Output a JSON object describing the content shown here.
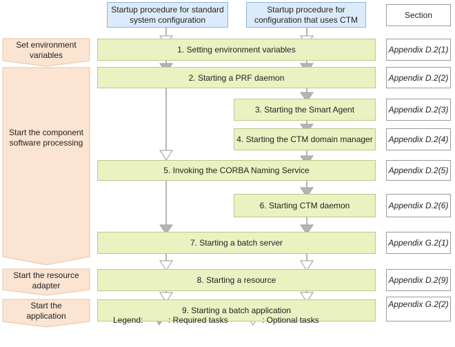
{
  "header": {
    "standard": "Startup procedure for standard\nsystem configuration",
    "ctm": "Startup procedure for\nconfiguration that uses CTM",
    "section": "Section"
  },
  "phases": [
    {
      "label": "Set environment\nvariables"
    },
    {
      "label": "Start the component\nsoftware processing"
    },
    {
      "label": "Start the resource\nadapter"
    },
    {
      "label": "Start the\napplication"
    }
  ],
  "steps": [
    {
      "label": "1. Setting environment variables",
      "section": "Appendix D.2(1)"
    },
    {
      "label": "2. Starting a PRF daemon",
      "section": "Appendix D.2(2)"
    },
    {
      "label": "3. Starting the Smart Agent",
      "section": "Appendix D.2(3)"
    },
    {
      "label": "4. Starting the CTM domain manager",
      "section": "Appendix D.2(4)"
    },
    {
      "label": "5. Invoking the CORBA Naming Service",
      "section": "Appendix D.2(5)"
    },
    {
      "label": "6. Starting CTM daemon",
      "section": "Appendix D.2(6)"
    },
    {
      "label": "7. Starting a batch server",
      "section": "Appendix G.2(1)"
    },
    {
      "label": "8. Starting a resource",
      "section": "Appendix D.2(9)"
    },
    {
      "label": "9. Starting a batch application",
      "section": "Appendix G.2(2)"
    }
  ],
  "legend": {
    "title": "Legend:",
    "required": ": Required tasks",
    "optional": ": Optional tasks"
  },
  "colors": {
    "step_fill": "#eaf2c2",
    "header_fill": "#dcebfa",
    "phase_fill": "#fbe4d2",
    "required_arrow": "#b4b4b4",
    "optional_arrow": "#ffffff"
  }
}
